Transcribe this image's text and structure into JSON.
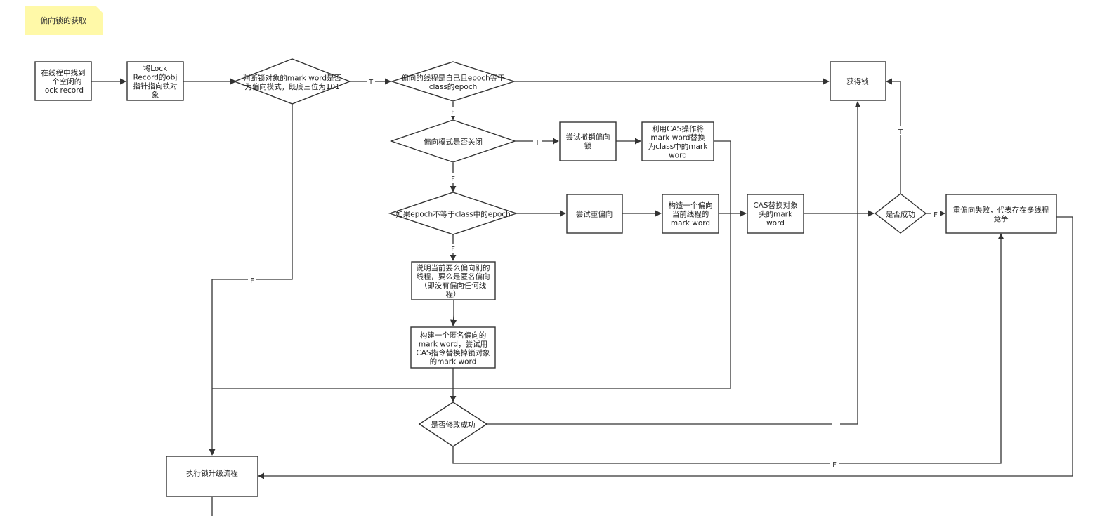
{
  "note": {
    "text": "偏向锁的获取",
    "color": "#fff9a8"
  },
  "nodes": {
    "find_record": {
      "lines": [
        "在线程中找到",
        "一个空闲的",
        "lock record"
      ]
    },
    "set_obj_ptr": {
      "lines": [
        "将Lock",
        "Record的obj",
        "指针指向锁对",
        "象"
      ]
    },
    "check_biased_mode": {
      "lines": [
        "判断锁对象的mark word是否",
        "为偏向模式，既底三位为101"
      ]
    },
    "check_epoch": {
      "lines": [
        "偏向的线程是自己且epoch等于",
        "class的epoch"
      ]
    },
    "acquire_lock": {
      "lines": [
        "获得锁"
      ]
    },
    "biased_closed": {
      "lines": [
        "偏向模式是否关闭"
      ]
    },
    "try_revoke": {
      "lines": [
        "尝试撤销偏向",
        "锁"
      ]
    },
    "cas_replace_class": {
      "lines": [
        "利用CAS操作将",
        "mark word替换",
        "为class中的mark",
        "word"
      ]
    },
    "epoch_not_equal": {
      "lines": [
        "如果epoch不等于class中的epoch"
      ]
    },
    "try_rebias": {
      "lines": [
        "尝试重偏向"
      ]
    },
    "build_current": {
      "lines": [
        "构造一个偏向",
        "当前线程的",
        "mark word"
      ]
    },
    "cas_replace_header": {
      "lines": [
        "CAS替换对象",
        "头的mark",
        "word"
      ]
    },
    "is_success": {
      "lines": [
        "是否成功"
      ]
    },
    "rebias_failed": {
      "lines": [
        "重偏向失败，代表存在多线程",
        "竞争"
      ]
    },
    "explain_anon": {
      "lines": [
        "说明当前要么偏向别的",
        "线程，要么是匿名偏向",
        "（即没有偏向任何线",
        "程）"
      ]
    },
    "build_anon": {
      "lines": [
        "构建一个匿名偏向的",
        "mark word，尝试用",
        "CAS指令替换掉锁对象",
        "的mark word"
      ]
    },
    "is_modified": {
      "lines": [
        "是否修改成功"
      ]
    },
    "upgrade": {
      "lines": [
        "执行锁升级流程"
      ]
    }
  },
  "edge_labels": {
    "t": "T",
    "f": "F"
  }
}
